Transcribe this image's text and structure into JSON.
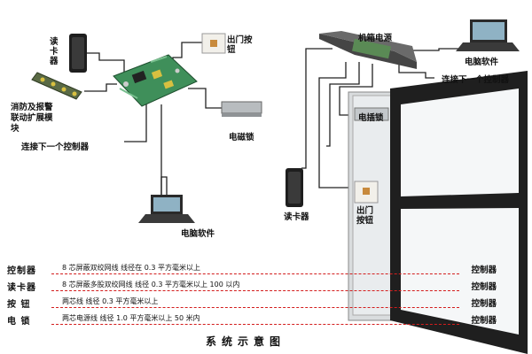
{
  "labels": {
    "card_reader_top": "读卡器",
    "exit_button_top": "出门按钮",
    "fire_alarm_module": "消防及报警联动扩展模块",
    "magnetic_lock": "电磁锁",
    "next_controller_left": "连接下一个控制器",
    "computer_software_left": "电脑软件",
    "chassis_power": "机箱电源",
    "computer_software_right": "电脑软件",
    "next_controller_right": "连接下一个控制器",
    "electric_bolt_lock": "电插锁",
    "card_reader_door": "读卡器",
    "exit_button_door": "出门按钮"
  },
  "legend": [
    {
      "name": "控制器",
      "desc": "8 芯屏蔽双绞网线  线径在 0.3 平方毫米以上",
      "target": "控制器"
    },
    {
      "name": "读卡器",
      "desc": "8 芯屏蔽多股双绞网线  线径 0.3 平方毫米以上  100 以内",
      "target": "控制器"
    },
    {
      "name": "按  钮",
      "desc": "两芯线  线径 0.3 平方毫米以上",
      "target": "控制器"
    },
    {
      "name": "电  锁",
      "desc": "两芯电源线  线径 1.0 平方毫米以上  50 米内",
      "target": "控制器"
    }
  ],
  "caption": "系统示意图",
  "colors": {
    "wire": "#222222",
    "dash": "#d31d1d",
    "door_frame": "#2a2a2a",
    "board": "#3f8f5a"
  }
}
